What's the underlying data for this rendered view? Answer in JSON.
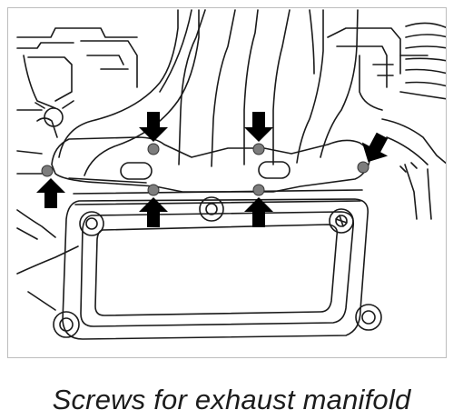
{
  "figure": {
    "caption": "Screws for exhaust manifold",
    "illustration_icon": "exhaust-manifold-line-drawing",
    "arrow_icon": "arrow-icon",
    "screw_count": 6,
    "colors": {
      "line": "#1a1a1a",
      "arrow": "#000000",
      "screw": "#7d7d7d",
      "frame": "#bdbdbd",
      "background": "#ffffff"
    }
  }
}
